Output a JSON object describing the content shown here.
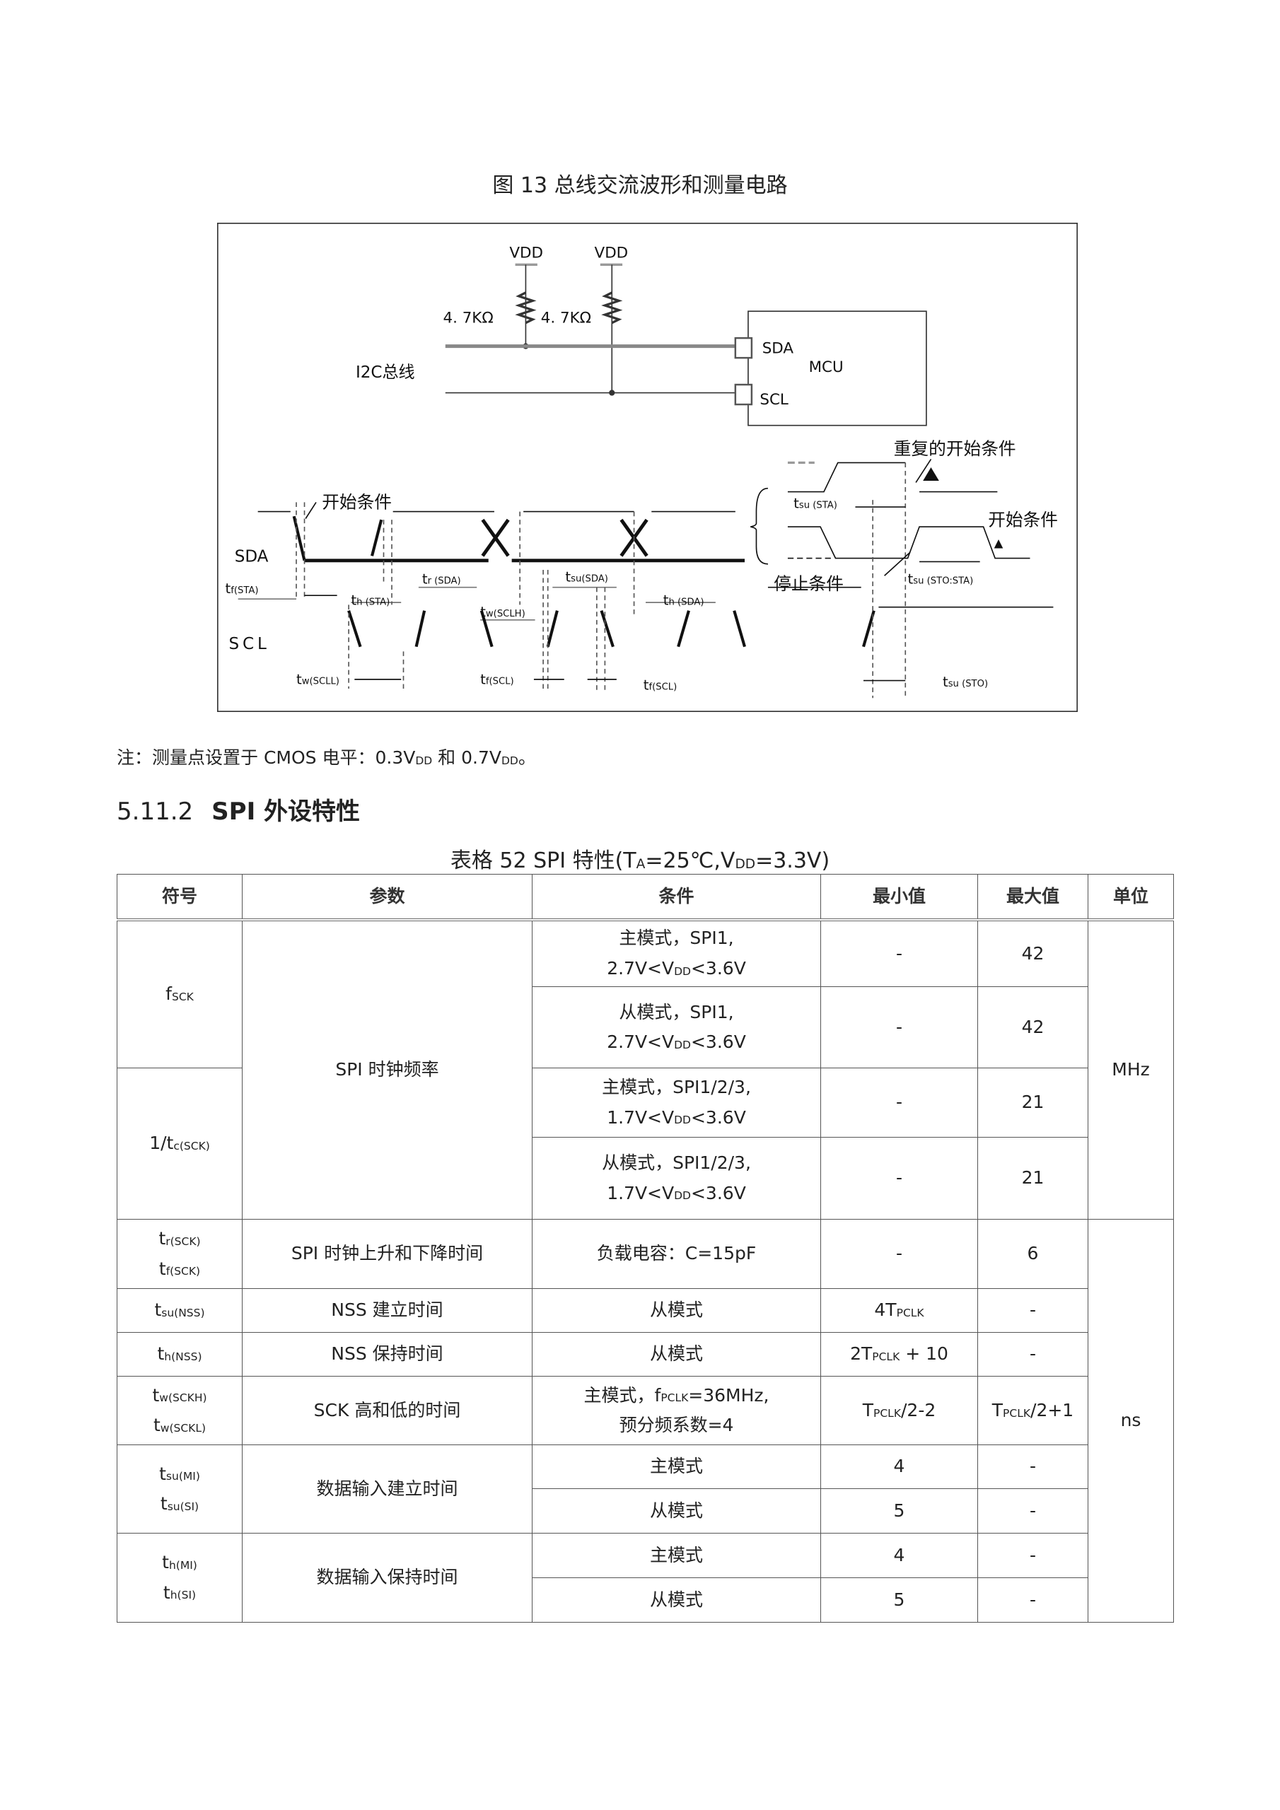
{
  "figure": {
    "title": "图 13 总线交流波形和测量电路",
    "vdd1": "VDD",
    "vdd2": "VDD",
    "r1": "4. 7KΩ",
    "r2": "4. 7KΩ",
    "bus_label": "I2C总线",
    "pin_sda": "SDA",
    "pin_scl": "SCL",
    "mcu": "MCU",
    "sda_label": "SDA",
    "scl_label": "SCL",
    "start_cond": "开始条件",
    "repeated_start": "重复的开始条件",
    "start_cond2": "开始条件",
    "stop_cond": "停止条件",
    "timings": {
      "tf_sta": [
        "t",
        "f(STA)"
      ],
      "th_sta": [
        "t",
        "h (STA)"
      ],
      "tr_sda": [
        "t",
        "r (SDA)"
      ],
      "tw_sclh": [
        "t",
        "w(SCLH)"
      ],
      "tsu_sda": [
        "t",
        "su(SDA)"
      ],
      "th_sda": [
        "t",
        "h (SDA)"
      ],
      "tw_scll": [
        "t",
        "w(SCLL)"
      ],
      "tf_scl1": [
        "t",
        "f(SCL)"
      ],
      "tf_scl2": [
        "t",
        "f(SCL)"
      ],
      "tsu_sta": [
        "t",
        "su (STA)"
      ],
      "tsu_sto_sta": [
        "t",
        "su (STO:STA)"
      ],
      "tsu_sto": [
        "t",
        "su (STO)"
      ]
    }
  },
  "note": [
    [
      "注：测量点设置于 CMOS 电平：0.3V"
    ],
    [
      "DD",
      "s"
    ],
    [
      " 和 0.7V"
    ],
    [
      "DD",
      "s"
    ],
    [
      "。"
    ]
  ],
  "section": {
    "number": "5.11.2",
    "title": "SPI 外设特性"
  },
  "table_caption": [
    [
      "表格  52 SPI 特性(T"
    ],
    [
      "A",
      "s"
    ],
    [
      "=25℃,V"
    ],
    [
      "DD",
      "s"
    ],
    [
      "=3.3V)"
    ]
  ],
  "table": {
    "headers": [
      "符号",
      "参数",
      "条件",
      "最小值",
      "最大值",
      "单位"
    ],
    "sym_fsck": [
      [
        "f"
      ],
      [
        "SCK",
        "s"
      ]
    ],
    "sym_tc": [
      [
        "1/t"
      ],
      [
        "c(SCK)",
        "s"
      ]
    ],
    "param_clock": "SPI 时钟频率",
    "cond1": [
      [
        "主模式，SPI1,"
      ],
      [
        "\n2.7V<V"
      ],
      [
        "DD",
        "s"
      ],
      [
        "<3.6V"
      ]
    ],
    "cond2": [
      [
        "从模式，SPI1,"
      ],
      [
        "\n2.7V<V"
      ],
      [
        "DD",
        "s"
      ],
      [
        "<3.6V"
      ]
    ],
    "cond3": [
      [
        "主模式，SPI1/2/3,"
      ],
      [
        "\n1.7V<V"
      ],
      [
        "DD",
        "s"
      ],
      [
        "<3.6V"
      ]
    ],
    "cond4": [
      [
        "从模式，SPI1/2/3,"
      ],
      [
        "\n1.7V<V"
      ],
      [
        "DD",
        "s"
      ],
      [
        "<3.6V"
      ]
    ],
    "min_dash": "-",
    "max1": "42",
    "max2": "42",
    "max3": "21",
    "max4": "21",
    "unit_mhz": "MHz",
    "sym_trf": [
      [
        "t"
      ],
      [
        "r(SCK)",
        "s"
      ],
      [
        "\nt"
      ],
      [
        "f(SCK)",
        "s"
      ]
    ],
    "param_rf": "SPI 时钟上升和下降时间",
    "cond_rf": "负载电容：C=15pF",
    "max_rf": "6",
    "sym_tsu_nss": [
      [
        "t"
      ],
      [
        "su(NSS)",
        "s"
      ]
    ],
    "param_tsu_nss": "NSS 建立时间",
    "cond_slave": "从模式",
    "min_tsu_nss": [
      [
        "4T"
      ],
      [
        "PCLK",
        "s"
      ]
    ],
    "sym_th_nss": [
      [
        "t"
      ],
      [
        "h(NSS)",
        "s"
      ]
    ],
    "param_th_nss": "NSS 保持时间",
    "min_th_nss": [
      [
        "2T"
      ],
      [
        "PCLK",
        "s"
      ],
      [
        " + 10"
      ]
    ],
    "sym_tw": [
      [
        "t"
      ],
      [
        "w(SCKH)",
        "s"
      ],
      [
        "\nt"
      ],
      [
        "w(SCKL)",
        "s"
      ]
    ],
    "param_tw": "SCK 高和低的时间",
    "cond_tw": [
      [
        "主模式，f"
      ],
      [
        "PCLK",
        "s"
      ],
      [
        "=36MHz,"
      ],
      [
        "\n预分频系数=4"
      ]
    ],
    "min_tw": [
      [
        "T"
      ],
      [
        "PCLK",
        "s"
      ],
      [
        "/2-2"
      ]
    ],
    "max_tw": [
      [
        "T"
      ],
      [
        "PCLK",
        "s"
      ],
      [
        "/2+1"
      ]
    ],
    "unit_ns": "ns",
    "sym_tsu": [
      [
        "t"
      ],
      [
        "su(MI)",
        "s"
      ],
      [
        "\nt"
      ],
      [
        "su(SI)",
        "s"
      ]
    ],
    "param_tsu": "数据输入建立时间",
    "cond_master": "主模式",
    "min_tsu_mi": "4",
    "min_tsu_si": "5",
    "sym_th": [
      [
        "t"
      ],
      [
        "h(MI)",
        "s"
      ],
      [
        "\nt"
      ],
      [
        "h(SI)",
        "s"
      ]
    ],
    "param_th": "数据输入保持时间",
    "min_th_mi": "4",
    "min_th_si": "5"
  }
}
